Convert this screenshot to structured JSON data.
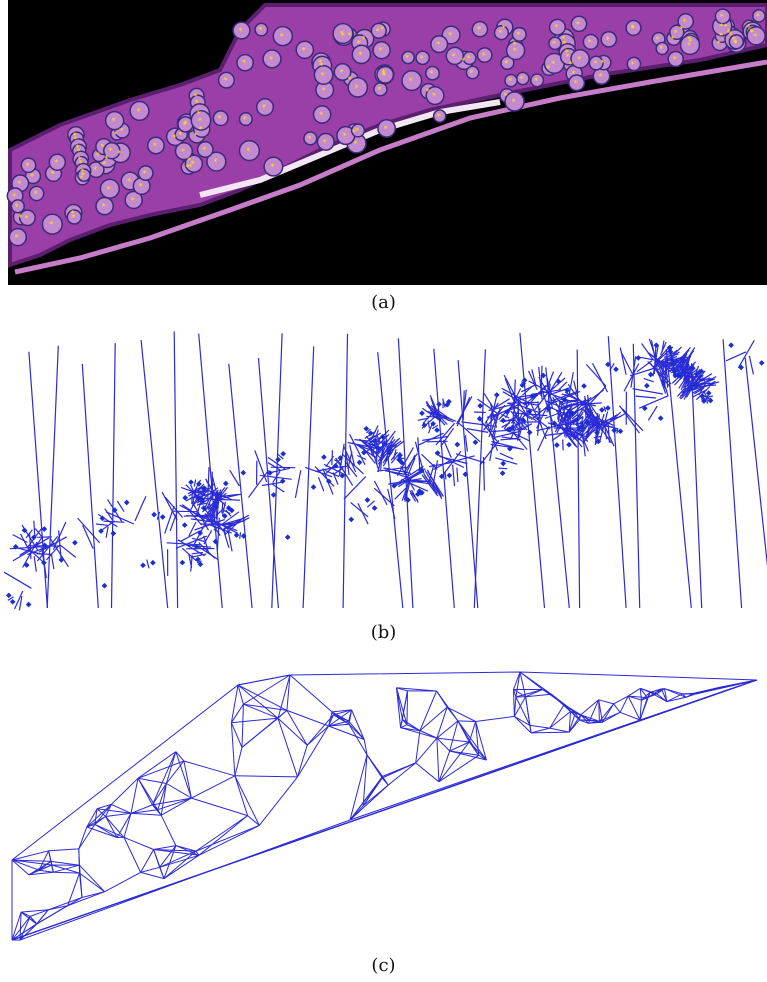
{
  "figure": {
    "captions": {
      "a": "(a)",
      "b": "(b)",
      "c": "(c)"
    },
    "colors": {
      "background_a": "#000000",
      "tissue": "#9b3fa8",
      "tissue_dark": "#5a1f6e",
      "nucleus": "#3a2a7a",
      "marker_a": "#ffe600",
      "graph_line": "#2b2bd6",
      "graph_point": "#1a2fd0"
    },
    "panels": [
      {
        "id": "a",
        "description_key": "histology-image-with-cell-markers"
      },
      {
        "id": "b",
        "description_key": "voronoi-diagram"
      },
      {
        "id": "c",
        "description_key": "delaunay-triangulation"
      }
    ]
  }
}
